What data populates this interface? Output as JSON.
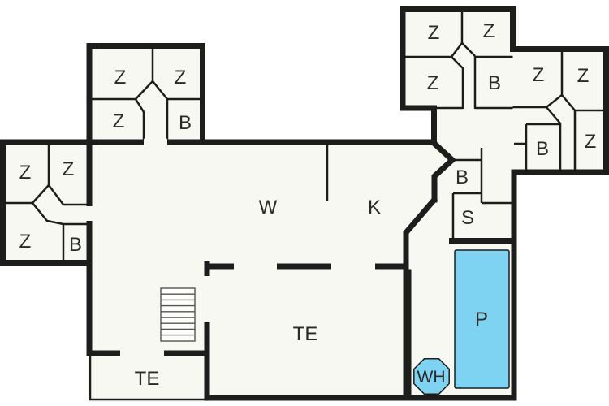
{
  "floor_plan": {
    "colors": {
      "wall": "#1d1d1b",
      "floor": "#f8f8f2",
      "pool": "#7fd3f2",
      "background": "#ffffff",
      "label_text": "#2a2a28"
    },
    "rooms": [
      {
        "id": "bedroom-topleft-nw",
        "label": "Z"
      },
      {
        "id": "bedroom-topleft-ne",
        "label": "Z"
      },
      {
        "id": "bedroom-topleft-sw",
        "label": "Z"
      },
      {
        "id": "bath-topleft-se",
        "label": "B"
      },
      {
        "id": "bedroom-left-nw",
        "label": "Z"
      },
      {
        "id": "bedroom-left-ne",
        "label": "Z"
      },
      {
        "id": "bedroom-left-sw",
        "label": "Z"
      },
      {
        "id": "bath-left-se",
        "label": "B"
      },
      {
        "id": "bedroom-topright-nw",
        "label": "Z"
      },
      {
        "id": "bedroom-topright-ne",
        "label": "Z"
      },
      {
        "id": "bedroom-topright-sw",
        "label": "Z"
      },
      {
        "id": "bath-topright-se",
        "label": "B"
      },
      {
        "id": "bedroom-ext-top-left",
        "label": "Z"
      },
      {
        "id": "bedroom-ext-top-right",
        "label": "Z"
      },
      {
        "id": "bath-ext-bottom",
        "label": "B"
      },
      {
        "id": "bedroom-ext-bottom-right",
        "label": "Z"
      },
      {
        "id": "bath-center",
        "label": "B"
      },
      {
        "id": "sauna",
        "label": "S"
      },
      {
        "id": "living-room",
        "label": "W"
      },
      {
        "id": "kitchen",
        "label": "K"
      },
      {
        "id": "pool",
        "label": "P"
      },
      {
        "id": "whirlpool",
        "label": "WH"
      },
      {
        "id": "terrace-main",
        "label": "TE"
      },
      {
        "id": "terrace-small",
        "label": "TE"
      }
    ]
  }
}
